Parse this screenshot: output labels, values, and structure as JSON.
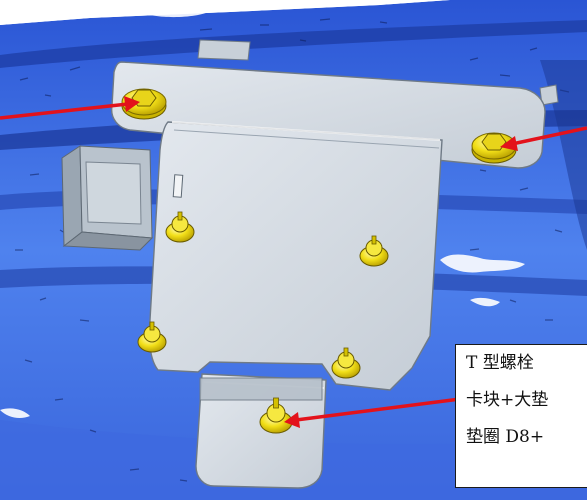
{
  "annotation": {
    "lines": [
      "T 型螺栓",
      "卡块+大垫",
      "垫圈 D8+"
    ]
  },
  "colors": {
    "blue_scan": "#3f6fe0",
    "blue_deep": "#1f45b5",
    "bracket_fill": "#d6dde4",
    "bracket_edge": "#6f7a86",
    "bolt_yellow": "#f3e21c",
    "leader_red": "#e3121b"
  },
  "icons": [
    "bolt-icon",
    "arrow-icon"
  ]
}
